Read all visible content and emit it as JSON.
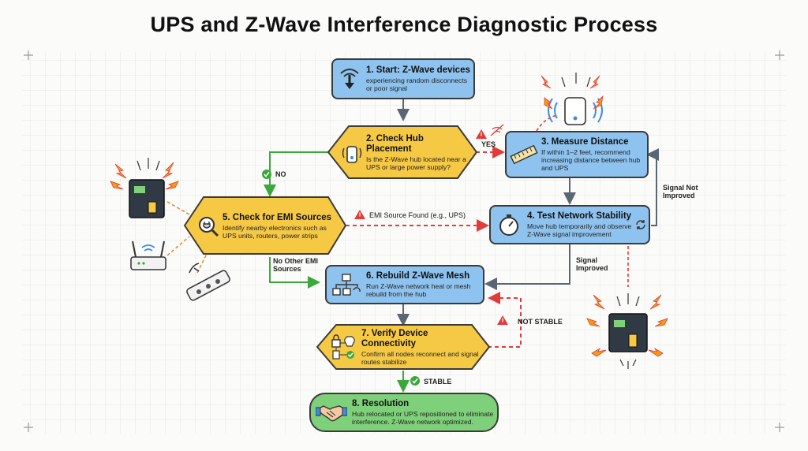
{
  "title": "UPS and Z-Wave Interference Diagnostic Process",
  "steps": [
    {
      "id": "step1",
      "heading": "1. Start: Z-Wave devices",
      "desc": "experiencing random disconnects or poor signal"
    },
    {
      "id": "step2",
      "heading": "2. Check Hub Placement",
      "desc": "Is the Z-Wave hub located near a UPS or large power supply?"
    },
    {
      "id": "step3",
      "heading": "3. Measure Distance",
      "desc": "If within 1–2 feet, recommend increasing distance between hub and UPS"
    },
    {
      "id": "step4",
      "heading": "4. Test Network Stability",
      "desc": "Move hub temporarily and observe Z-Wave signal improvement"
    },
    {
      "id": "step5",
      "heading": "5. Check for EMI Sources",
      "desc": "Identify nearby electronics such as UPS units, routers, power strips"
    },
    {
      "id": "step6",
      "heading": "6. Rebuild Z-Wave Mesh",
      "desc": "Run Z-Wave network heal or mesh rebuild from the hub"
    },
    {
      "id": "step7",
      "heading": "7. Verify Device Connectivity",
      "desc": "Confirm all nodes reconnect and signal routes stabilize"
    },
    {
      "id": "step8",
      "heading": "8. Resolution",
      "desc": "Hub relocated or UPS repositioned to eliminate interference. Z-Wave network optimized."
    }
  ],
  "edge_labels": {
    "yes": "YES",
    "no": "NO",
    "emi_found": "EMI Source Found (e.g., UPS)",
    "signal_not_improved": "Signal Not Improved",
    "signal_improved": "Signal Improved",
    "no_other_emi": "No Other EMI Sources",
    "not_stable": "NOT STABLE",
    "stable": "STABLE"
  },
  "colors": {
    "decision": "#f6c945",
    "process": "#8ec3ef",
    "resolution": "#7fd07a",
    "yes_path": "#e23b3b",
    "no_path": "#3aa83a",
    "flow": "#5b6675",
    "warning": "#e23b3b"
  },
  "icons": [
    "wifi-down-arrow-icon",
    "hub-signal-icon",
    "ruler-icon",
    "stopwatch-icon",
    "plug-search-icon",
    "mesh-network-icon",
    "lock-devices-icon",
    "handshake-icon",
    "ups-unit-icon",
    "router-icon",
    "power-strip-icon",
    "lightning-icon",
    "warning-icon",
    "check-icon"
  ]
}
